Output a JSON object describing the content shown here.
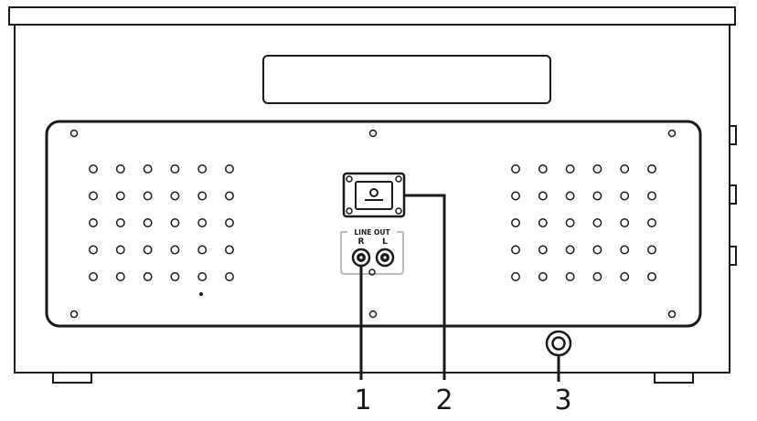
{
  "panel": {
    "jack_group_label": "LINE OUT",
    "jack_right_label": "R",
    "jack_left_label": "L"
  },
  "callouts": [
    {
      "id": "line-out-jacks",
      "number": "1"
    },
    {
      "id": "power-socket",
      "number": "2"
    },
    {
      "id": "round-connector",
      "number": "3"
    }
  ],
  "speaker_grille": {
    "rows": 5,
    "columns": 6
  },
  "colors": {
    "stroke": "#1a1a1a",
    "background": "#ffffff",
    "jack_ring": "#bbbbbb"
  }
}
